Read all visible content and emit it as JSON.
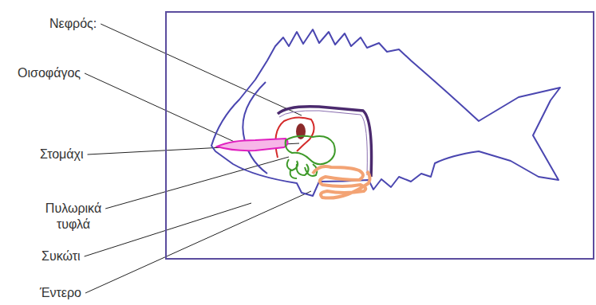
{
  "diagram": {
    "labels": [
      "Νεφρός:",
      "Οισοφάγος",
      "Στομάχι",
      "Πυλωρικά τυφλά",
      "Συκώτι",
      "Έντερο"
    ]
  }
}
